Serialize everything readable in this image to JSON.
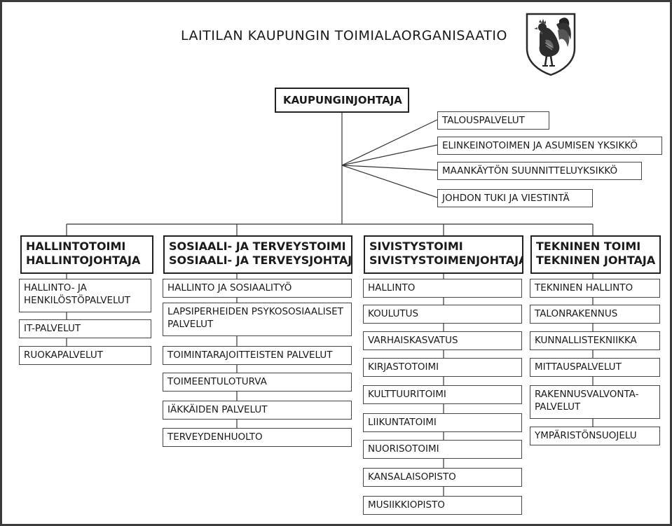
{
  "title": "LAITILAN KAUPUNGIN TOIMIALAORGANISAATIO",
  "ceo": "KAUPUNGINJOHTAJA",
  "staff": [
    "TALOUSPALVELUT",
    "ELINKEINOTOIMEN JA ASUMISEN YKSIKKÖ",
    "MAANKÄYTÖN SUUNNITTELUYKSIKKÖ",
    "JOHDON TUKI JA VIESTINTÄ"
  ],
  "divisions": [
    {
      "heading": [
        "HALLINTOTOIMI",
        "HALLINTOJOHTAJA"
      ],
      "units": [
        "HALLINTO- JA HENKILÖSTÖPALVELUT",
        "IT-PALVELUT",
        "RUOKAPALVELUT"
      ]
    },
    {
      "heading": [
        "SOSIAALI- JA TERVEYSTOIMI",
        "SOSIAALI- JA TERVEYSJOHTAJA"
      ],
      "units": [
        "HALLINTO JA SOSIAALITYÖ",
        "LAPSIPERHEIDEN PSYKOSOSIAALISET PALVELUT",
        "TOIMINTARAJOITTEISTEN PALVELUT",
        "TOIMEENTULOTURVA",
        "IÄKKÄIDEN PALVELUT",
        "TERVEYDENHUOLTO"
      ]
    },
    {
      "heading": [
        "SIVISTYSTOIMI",
        "SIVISTYSTOIMENJOHTAJA"
      ],
      "units": [
        "HALLINTO",
        "KOULUTUS",
        "VARHAISKASVATUS",
        "KIRJASTOTOIMI",
        "KULTTUURITOIMI",
        "LIIKUNTATOIMI",
        "NUORISOTOIMI",
        "KANSALAISOPISTO",
        "MUSIIKKIOPISTO"
      ]
    },
    {
      "heading": [
        "TEKNINEN TOIMI",
        "TEKNINEN JOHTAJA"
      ],
      "units": [
        "TEKNINEN HALLINTO",
        "TALONRAKENNUS",
        "KUNNALLISTEKNIIKKA",
        "MITTAUSPALVELUT",
        "RAKENNUSVALVONTA-PALVELUT",
        "YMPÄRISTÖNSUOJELU"
      ]
    }
  ],
  "crest": {
    "name": "rooster-coat-of-arms-icon"
  }
}
